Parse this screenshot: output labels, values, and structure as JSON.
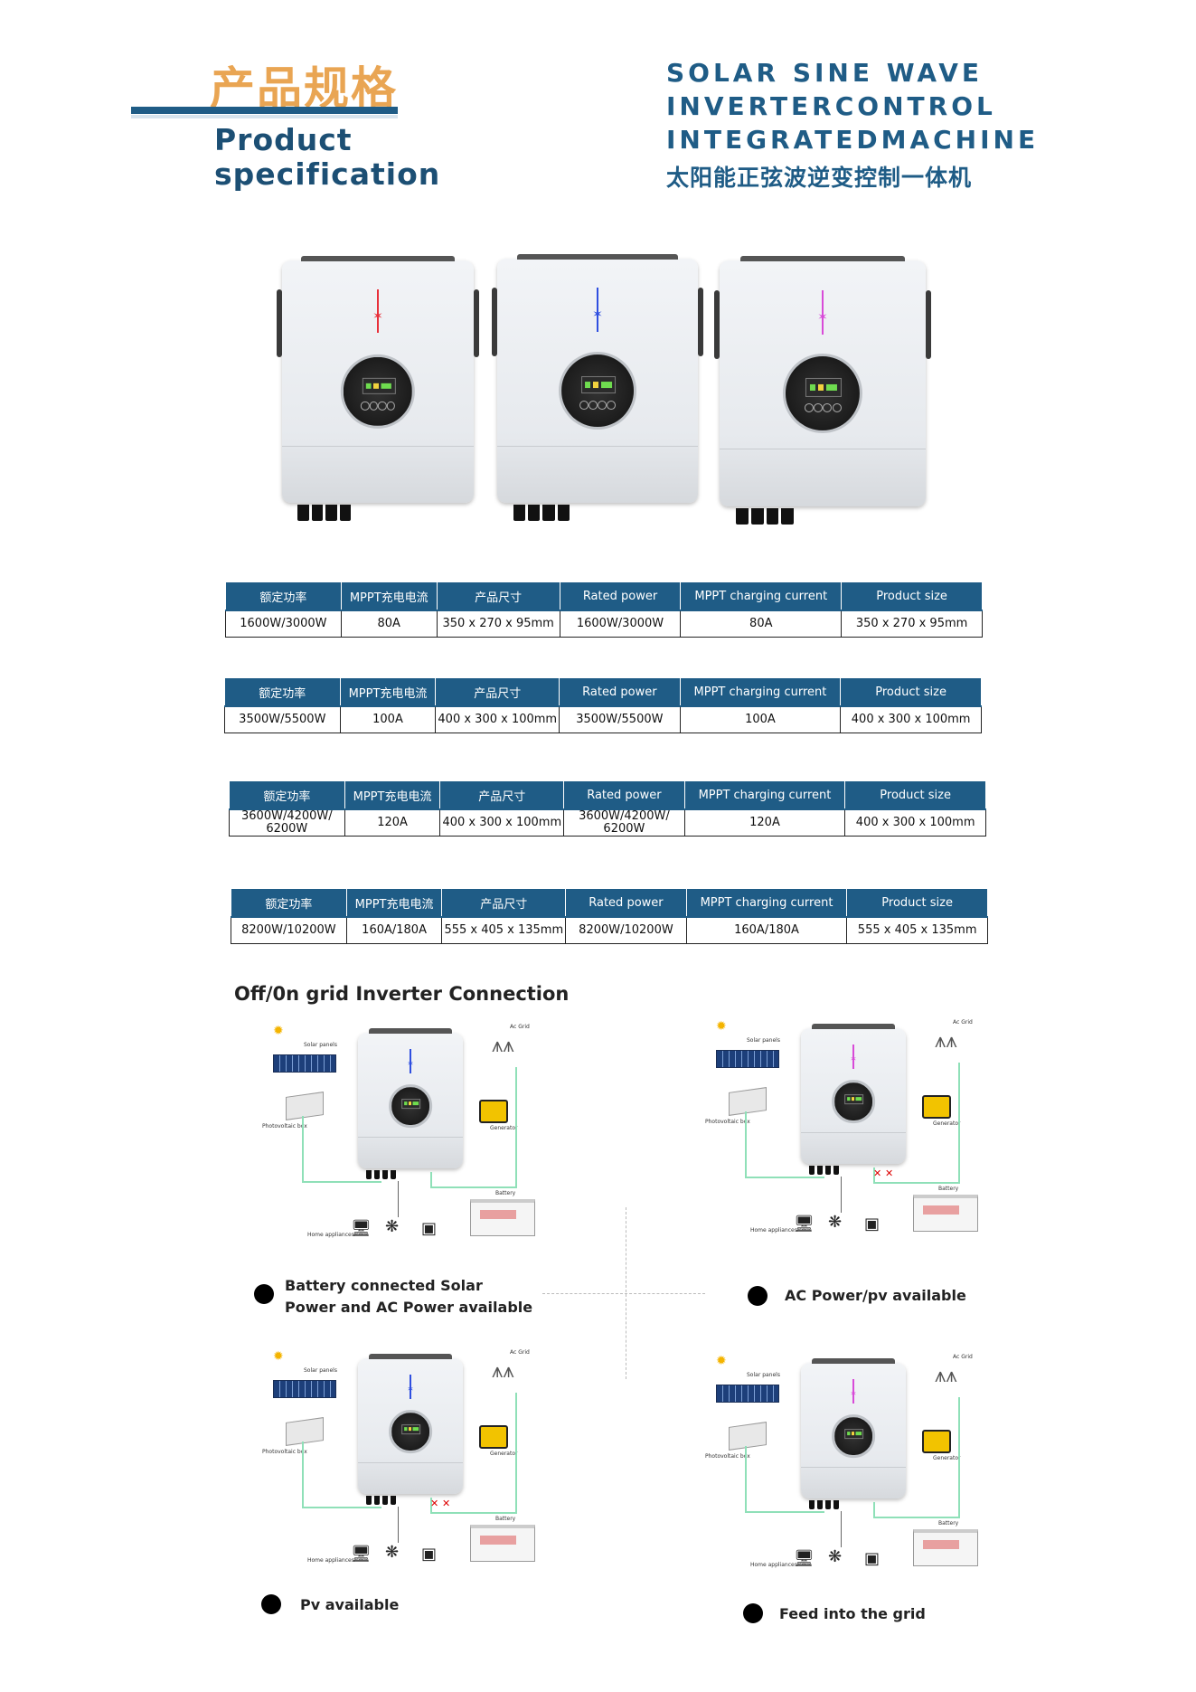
{
  "header": {
    "cn_title": "产品规格",
    "en_title_line1": "Product",
    "en_title_line2": "specification",
    "right_words": [
      [
        "SOLAR",
        "SINE",
        "WAVE"
      ],
      [
        "INVERTER",
        "CONTROL"
      ],
      [
        "INTEGRATED",
        "MACHINE"
      ]
    ],
    "right_cn": "太阳能正弦波逆变控制一体机"
  },
  "product_colors": [
    "#e8303a",
    "#2f4fe0",
    "#d84bd8"
  ],
  "spec_tables": [
    {
      "headers": [
        "额定功率",
        "MPPT充电电流",
        "产品尺寸",
        "Rated power",
        "MPPT charging current",
        "Product size"
      ],
      "row": [
        "1600W/3000W",
        "80A",
        "350 x 270 x 95mm",
        "1600W/3000W",
        "80A",
        "350 x 270 x 95mm"
      ]
    },
    {
      "headers": [
        "额定功率",
        "MPPT充电电流",
        "产品尺寸",
        "Rated power",
        "MPPT charging current",
        "Product size"
      ],
      "row": [
        "3500W/5500W",
        "100A",
        "400 x 300 x 100mm",
        "3500W/5500W",
        "100A",
        "400 x 300 x 100mm"
      ]
    },
    {
      "headers": [
        "额定功率",
        "MPPT充电电流",
        "产品尺寸",
        "Rated power",
        "MPPT charging current",
        "Product size"
      ],
      "row": [
        "3600W/4200W/\n6200W",
        "120A",
        "400 x 300 x 100mm",
        "3600W/4200W/\n6200W",
        "120A",
        "400 x 300 x 100mm"
      ]
    },
    {
      "headers": [
        "额定功率",
        "MPPT充电电流",
        "产品尺寸",
        "Rated power",
        "MPPT charging current",
        "Product size"
      ],
      "row": [
        "8200W/10200W",
        "160A/180A",
        "555 x 405 x 135mm",
        "8200W/10200W",
        "160A/180A",
        "555 x 405 x 135mm"
      ]
    }
  ],
  "connection": {
    "title": "Off/0n grid Inverter Connection",
    "labels": {
      "solar": "Solar panels",
      "pvbox": "Photovoltaic box",
      "grid": "Ac Grid",
      "generator": "Generator",
      "battery": "Battery",
      "home": "Home appliances"
    },
    "modes": [
      {
        "caption_line1": "Battery connected Solar",
        "caption_line2": "Power and AC Power available"
      },
      {
        "caption_line1": "AC Power/pv available",
        "caption_line2": ""
      },
      {
        "caption_line1": "Pv available",
        "caption_line2": ""
      },
      {
        "caption_line1": "Feed into the grid",
        "caption_line2": ""
      }
    ]
  }
}
